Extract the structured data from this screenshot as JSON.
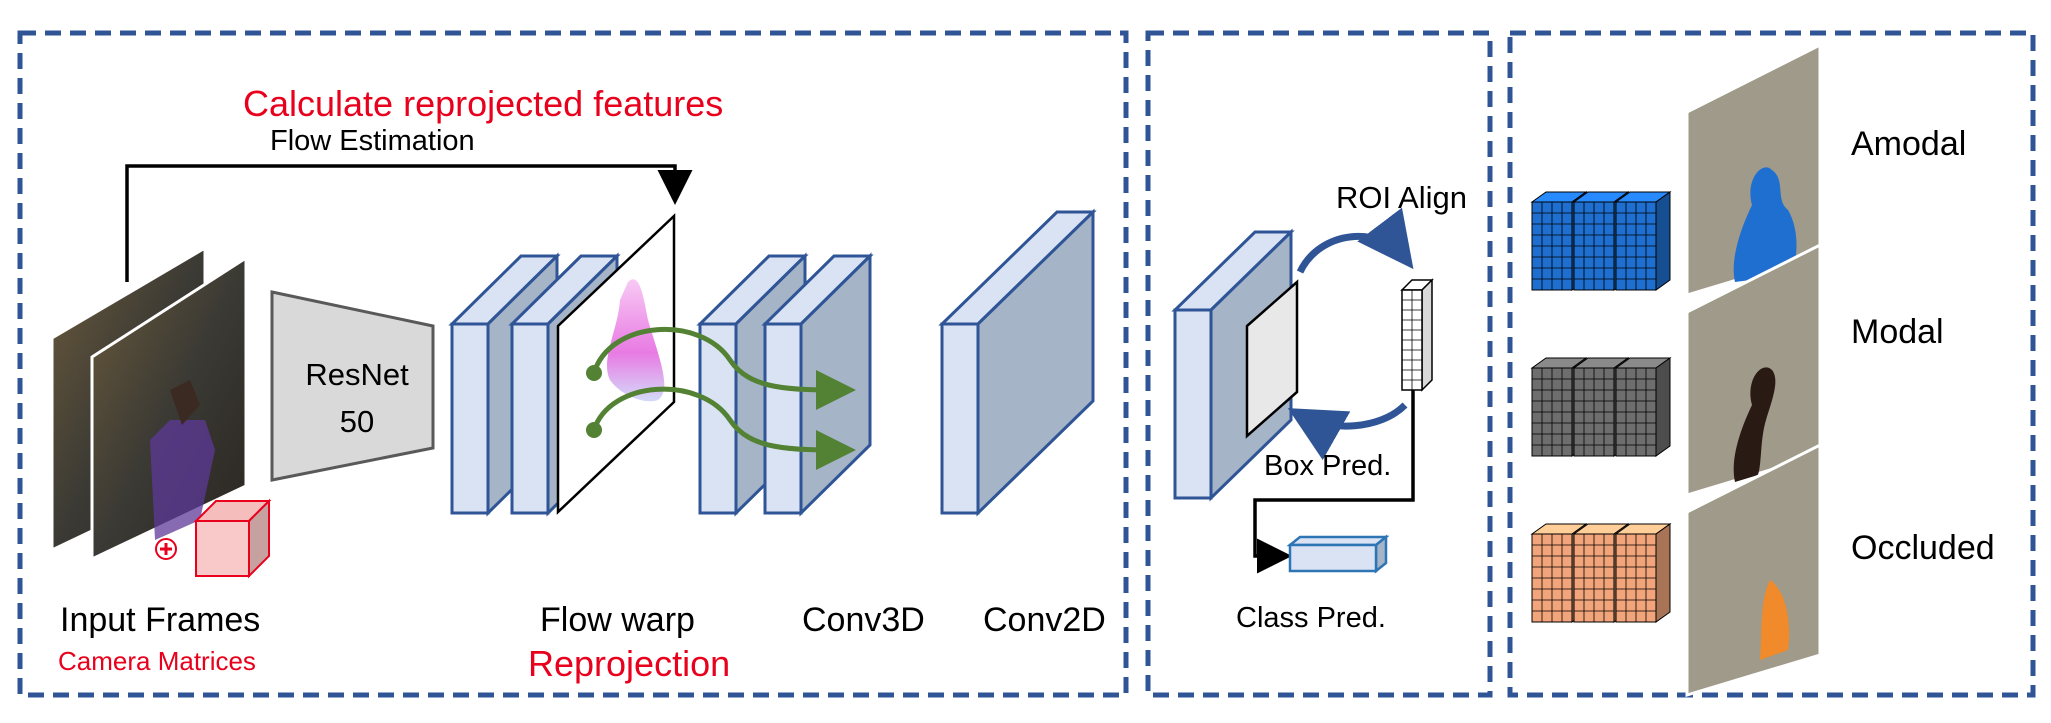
{
  "panel1": {
    "title": "Calculate reprojected features",
    "flow_estimation": "Flow Estimation",
    "backbone_label": "ResNet\n50",
    "input_frames": "Input Frames",
    "camera_matrices": "Camera Matrices",
    "flow_warp": "Flow warp",
    "reprojection": "Reprojection",
    "conv3d": "Conv3D",
    "conv2d": "Conv2D"
  },
  "panel2": {
    "roi_align": "ROI Align",
    "box_pred": "Box Pred.",
    "class_pred": "Class Pred."
  },
  "panel3": {
    "rows": [
      {
        "label": "Amodal",
        "color": "#1f6fd0"
      },
      {
        "label": "Modal",
        "color": "#6e6e6e"
      },
      {
        "label": "Occluded",
        "color": "#f2a57a"
      }
    ]
  },
  "colors": {
    "panel_border": "#2f5597",
    "layer_fill": "#dae3f3",
    "layer_side": "#a6b4c8",
    "layer_stroke": "#2f5597",
    "accent_red": "#e8001c",
    "arrow_green": "#548235"
  }
}
